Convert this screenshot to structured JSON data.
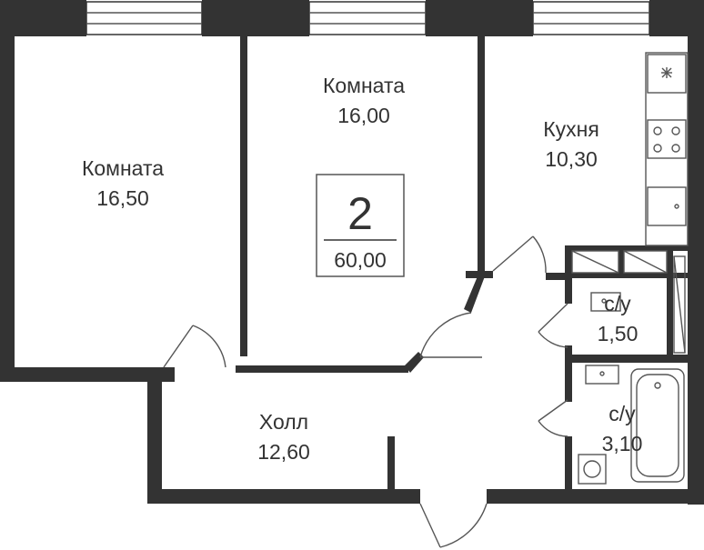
{
  "rooms": {
    "room_left": {
      "label": "Комната",
      "area": "16,50"
    },
    "room_center": {
      "label": "Комната",
      "area": "16,00"
    },
    "kitchen": {
      "label": "Кухня",
      "area": "10,30"
    },
    "bathroom_small": {
      "label": "с/у",
      "area": "1,50"
    },
    "bathroom_large": {
      "label": "с/у",
      "area": "3,10"
    },
    "hall": {
      "label": "Холл",
      "area": "12,60"
    }
  },
  "badge": {
    "rooms_count": "2",
    "total_area": "60,00"
  },
  "colors": {
    "wall": "#333333",
    "background": "#ffffff"
  },
  "icons": [
    "window-icon",
    "door-icon",
    "stove-icon",
    "sink-icon",
    "bathtub-icon",
    "toilet-icon",
    "wardrobe-icon"
  ]
}
